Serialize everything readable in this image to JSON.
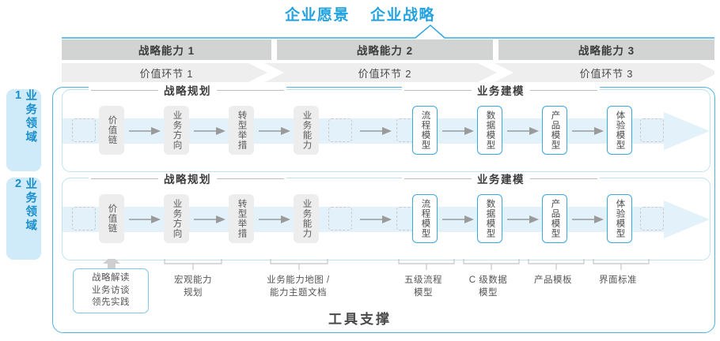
{
  "header": {
    "titles": [
      "企业愿景",
      "企业战略"
    ],
    "accent_color": "#22a3e0"
  },
  "capability_bar": {
    "bar_color": "#d2d4d4",
    "items": [
      {
        "label": "战略能力 1"
      },
      {
        "label": "战略能力 2"
      },
      {
        "label": "战略能力 3"
      }
    ]
  },
  "value_chain_bar": {
    "bar_color": "#eeeeee",
    "items": [
      {
        "label": "价值环节 1"
      },
      {
        "label": "价值环节 2"
      },
      {
        "label": "价值环节 3"
      }
    ]
  },
  "domains": [
    {
      "tab_label": "业务领域 1",
      "groups": [
        {
          "title": "战略规划"
        },
        {
          "title": "业务建模"
        }
      ],
      "nodes": [
        {
          "label": "价值链",
          "style": "gray"
        },
        {
          "label": "业务方向",
          "style": "gray"
        },
        {
          "label": "转型举措",
          "style": "gray"
        },
        {
          "label": "业务能力",
          "style": "gray"
        },
        {
          "label": "流程模型",
          "style": "blue"
        },
        {
          "label": "数据模型",
          "style": "blue"
        },
        {
          "label": "产品模型",
          "style": "blue"
        },
        {
          "label": "体验模型",
          "style": "blue"
        }
      ]
    },
    {
      "tab_label": "业务领域 2",
      "groups": [
        {
          "title": "战略规划"
        },
        {
          "title": "业务建模"
        }
      ],
      "nodes": [
        {
          "label": "价值链",
          "style": "gray"
        },
        {
          "label": "业务方向",
          "style": "gray"
        },
        {
          "label": "转型举措",
          "style": "gray"
        },
        {
          "label": "业务能力",
          "style": "gray"
        },
        {
          "label": "流程模型",
          "style": "blue"
        },
        {
          "label": "数据模型",
          "style": "blue"
        },
        {
          "label": "产品模型",
          "style": "blue"
        },
        {
          "label": "体验模型",
          "style": "blue"
        }
      ]
    }
  ],
  "bottom_labels": [
    {
      "text": "战略解读\n业务访谈\n领先实践",
      "boxed": true
    },
    {
      "text": "宏观能力\n规划",
      "boxed": false
    },
    {
      "text": "业务能力地图 /\n能力主题文档",
      "boxed": false
    },
    {
      "text": "五级流程\n模型",
      "boxed": false
    },
    {
      "text": "C 级数据\n模型",
      "boxed": false
    },
    {
      "text": "产品模板",
      "boxed": false
    },
    {
      "text": "界面标准",
      "boxed": false
    }
  ],
  "footer": {
    "label": "工具支撑"
  }
}
